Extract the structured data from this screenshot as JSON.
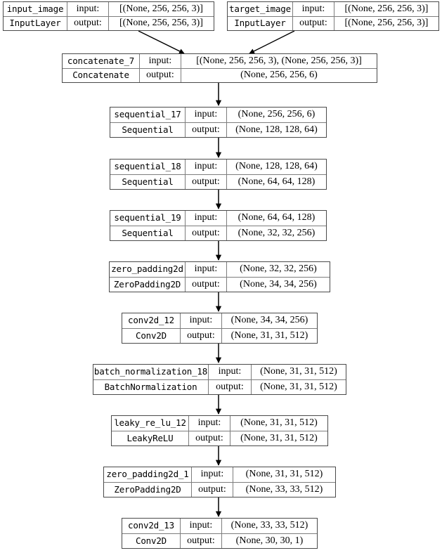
{
  "diagram": {
    "type": "keras-model-graph",
    "title": "",
    "colors": {
      "background": "#ffffff",
      "box_border": "#4a4a4a",
      "inner_border": "#7d7d7d",
      "text": "#000000",
      "edge": "#000000"
    },
    "io_labels": {
      "input": "input:",
      "output": "output:"
    },
    "nodes": [
      {
        "id": "input_image",
        "name": "input_image",
        "class_name": "InputLayer",
        "input_shape": "[(None, 256, 256, 3)]",
        "output_shape": "[(None, 256, 256, 3)]"
      },
      {
        "id": "target_image",
        "name": "target_image",
        "class_name": "InputLayer",
        "input_shape": "[(None, 256, 256, 3)]",
        "output_shape": "[(None, 256, 256, 3)]"
      },
      {
        "id": "concatenate_7",
        "name": "concatenate_7",
        "class_name": "Concatenate",
        "input_shape": "[(None, 256, 256, 3), (None, 256, 256, 3)]",
        "output_shape": "(None, 256, 256, 6)"
      },
      {
        "id": "sequential_17",
        "name": "sequential_17",
        "class_name": "Sequential",
        "input_shape": "(None, 256, 256, 6)",
        "output_shape": "(None, 128, 128, 64)"
      },
      {
        "id": "sequential_18",
        "name": "sequential_18",
        "class_name": "Sequential",
        "input_shape": "(None, 128, 128, 64)",
        "output_shape": "(None, 64, 64, 128)"
      },
      {
        "id": "sequential_19",
        "name": "sequential_19",
        "class_name": "Sequential",
        "input_shape": "(None, 64, 64, 128)",
        "output_shape": "(None, 32, 32, 256)"
      },
      {
        "id": "zero_padding2d",
        "name": "zero_padding2d",
        "class_name": "ZeroPadding2D",
        "input_shape": "(None, 32, 32, 256)",
        "output_shape": "(None, 34, 34, 256)"
      },
      {
        "id": "conv2d_12",
        "name": "conv2d_12",
        "class_name": "Conv2D",
        "input_shape": "(None, 34, 34, 256)",
        "output_shape": "(None, 31, 31, 512)"
      },
      {
        "id": "batch_normalization_18",
        "name": "batch_normalization_18",
        "class_name": "BatchNormalization",
        "input_shape": "(None, 31, 31, 512)",
        "output_shape": "(None, 31, 31, 512)"
      },
      {
        "id": "leaky_re_lu_12",
        "name": "leaky_re_lu_12",
        "class_name": "LeakyReLU",
        "input_shape": "(None, 31, 31, 512)",
        "output_shape": "(None, 31, 31, 512)"
      },
      {
        "id": "zero_padding2d_1",
        "name": "zero_padding2d_1",
        "class_name": "ZeroPadding2D",
        "input_shape": "(None, 31, 31, 512)",
        "output_shape": "(None, 33, 33, 512)"
      },
      {
        "id": "conv2d_13",
        "name": "conv2d_13",
        "class_name": "Conv2D",
        "input_shape": "(None, 33, 33, 512)",
        "output_shape": "(None, 30, 30, 1)"
      }
    ],
    "edges": [
      {
        "from": "input_image",
        "to": "concatenate_7"
      },
      {
        "from": "target_image",
        "to": "concatenate_7"
      },
      {
        "from": "concatenate_7",
        "to": "sequential_17"
      },
      {
        "from": "sequential_17",
        "to": "sequential_18"
      },
      {
        "from": "sequential_18",
        "to": "sequential_19"
      },
      {
        "from": "sequential_19",
        "to": "zero_padding2d"
      },
      {
        "from": "zero_padding2d",
        "to": "conv2d_12"
      },
      {
        "from": "conv2d_12",
        "to": "batch_normalization_18"
      },
      {
        "from": "batch_normalization_18",
        "to": "leaky_re_lu_12"
      },
      {
        "from": "leaky_re_lu_12",
        "to": "zero_padding2d_1"
      },
      {
        "from": "zero_padding2d_1",
        "to": "conv2d_13"
      }
    ]
  }
}
